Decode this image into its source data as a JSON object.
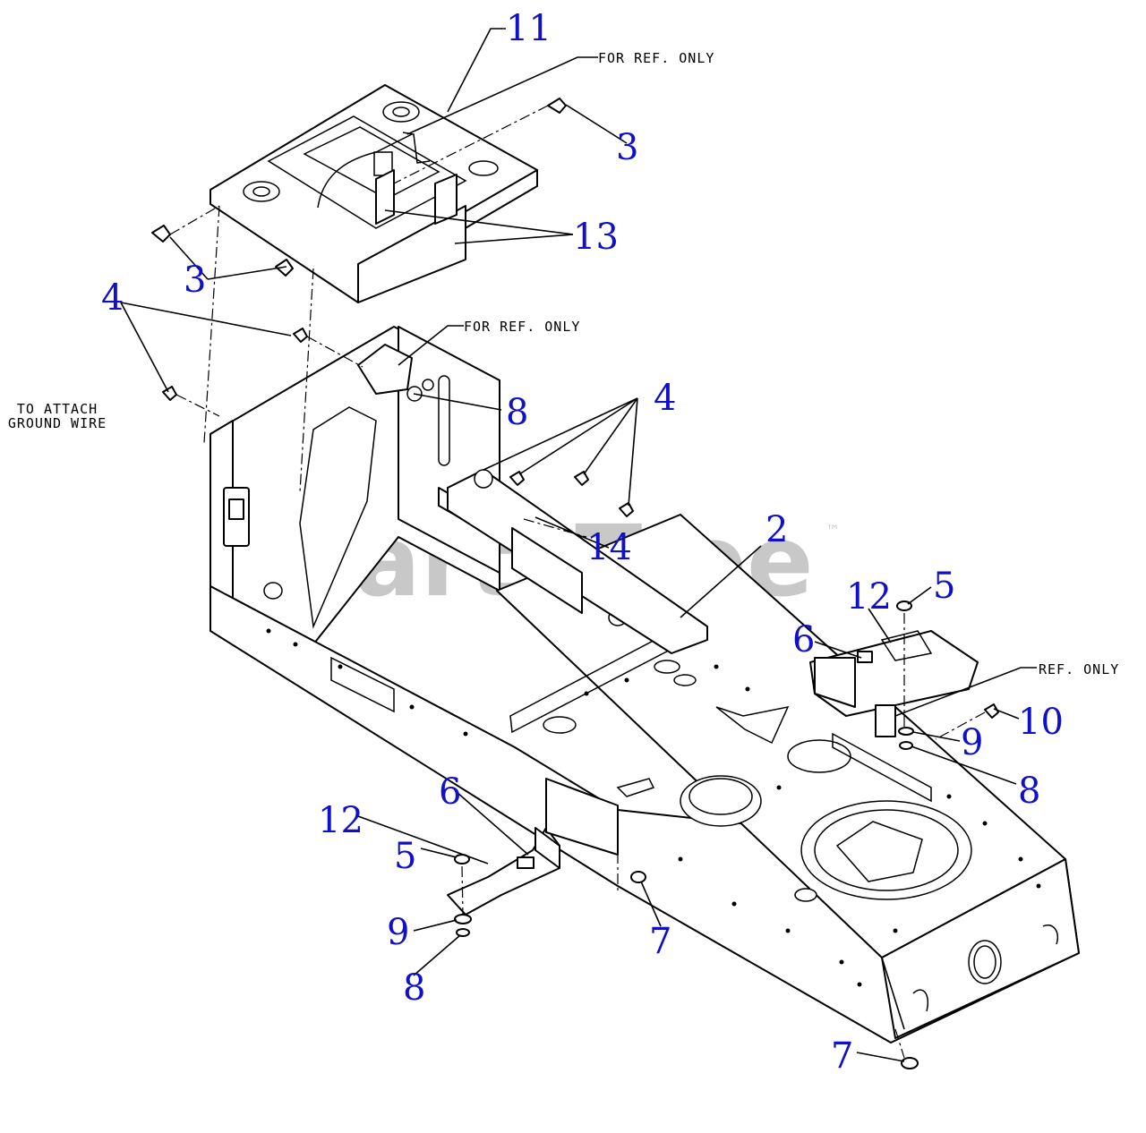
{
  "callouts": [
    {
      "id": "c11",
      "text": "11"
    },
    {
      "id": "c3a",
      "text": "3"
    },
    {
      "id": "c13",
      "text": "13"
    },
    {
      "id": "c3b",
      "text": "3"
    },
    {
      "id": "c4a",
      "text": "4"
    },
    {
      "id": "c8a",
      "text": "8"
    },
    {
      "id": "c4b",
      "text": "4"
    },
    {
      "id": "c14",
      "text": "14"
    },
    {
      "id": "c2",
      "text": "2"
    },
    {
      "id": "c12a",
      "text": "12"
    },
    {
      "id": "c5a",
      "text": "5"
    },
    {
      "id": "c6a",
      "text": "6"
    },
    {
      "id": "c10",
      "text": "10"
    },
    {
      "id": "c9a",
      "text": "9"
    },
    {
      "id": "c8b",
      "text": "8"
    },
    {
      "id": "c6b",
      "text": "6"
    },
    {
      "id": "c12b",
      "text": "12"
    },
    {
      "id": "c5b",
      "text": "5"
    },
    {
      "id": "c9b",
      "text": "9"
    },
    {
      "id": "c8c",
      "text": "8"
    },
    {
      "id": "c7a",
      "text": "7"
    },
    {
      "id": "c7b",
      "text": "7"
    }
  ],
  "notes": {
    "ref_top": "FOR REF. ONLY",
    "ref_mid": "FOR REF. ONLY",
    "ref_right": "REF. ONLY",
    "ground_line1": "TO ATTACH",
    "ground_line2": "GROUND WIRE"
  },
  "watermark": {
    "text": "PartsTree",
    "mark": "™"
  },
  "colors": {
    "callout": "#1010c8",
    "line": "#000000",
    "watermark": "#c8c8c8",
    "background": "#ffffff"
  }
}
